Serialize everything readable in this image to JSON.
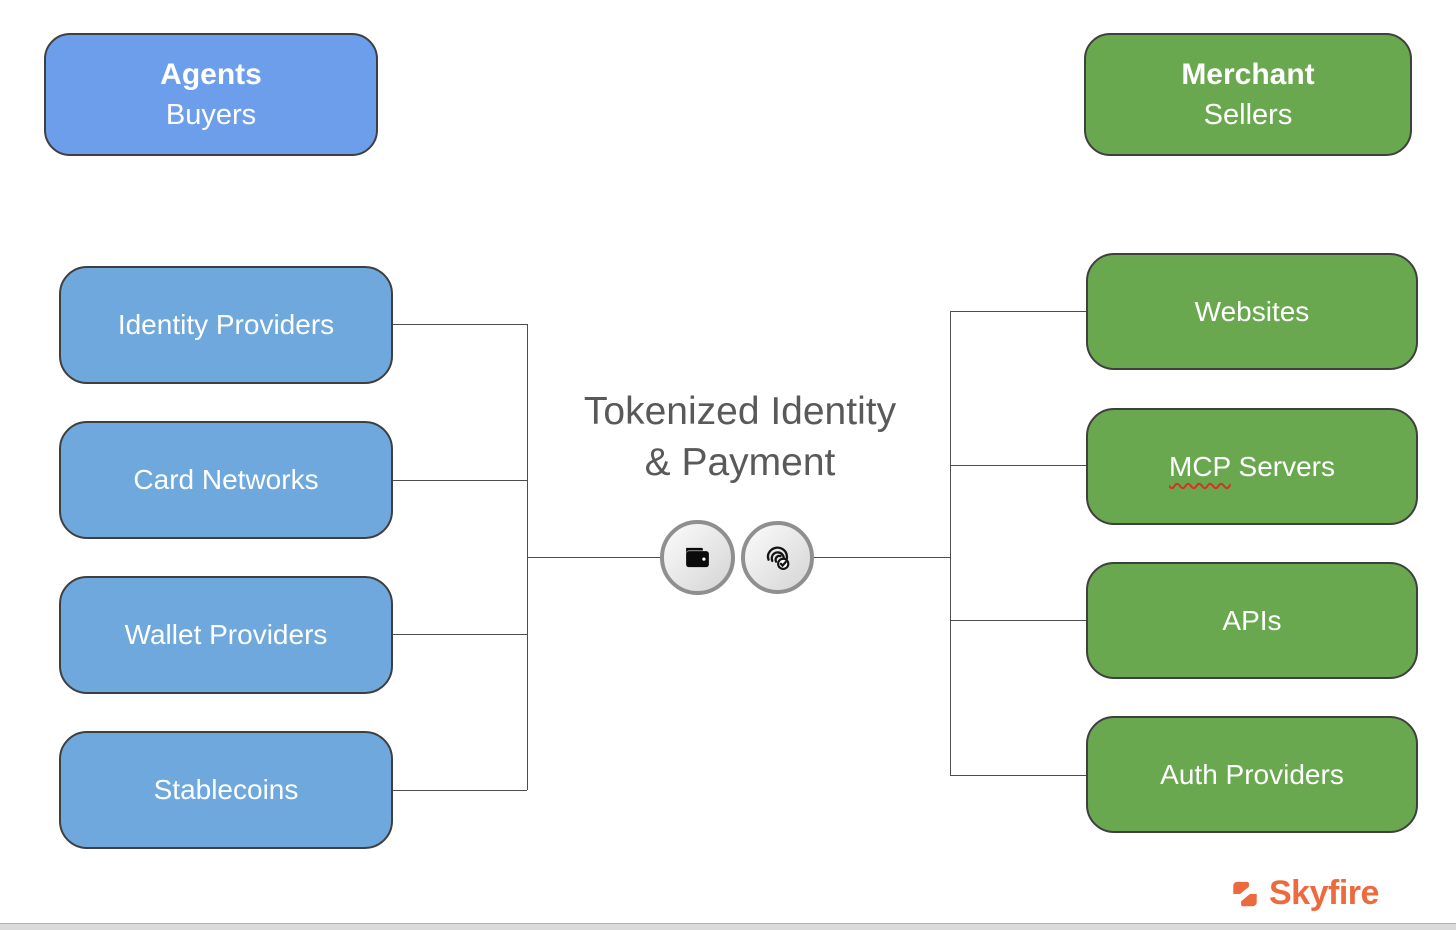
{
  "diagram": {
    "agents_header": {
      "title": "Agents",
      "subtitle": "Buyers"
    },
    "merchant_header": {
      "title": "Merchant",
      "subtitle": "Sellers"
    },
    "center_title": {
      "line1": "Tokenized Identity",
      "line2": "& Payment"
    },
    "left_nodes": [
      {
        "label": "Identity Providers"
      },
      {
        "label": "Card Networks"
      },
      {
        "label": "Wallet Providers"
      },
      {
        "label": "Stablecoins"
      }
    ],
    "right_nodes": [
      {
        "label": "Websites"
      },
      {
        "label_head": "MCP",
        "label_tail": " Servers"
      },
      {
        "label": "APIs"
      },
      {
        "label": "Auth Providers"
      }
    ],
    "icons": {
      "payment_badge": "wallet-icon",
      "identity_badge": "fingerprint-check-icon"
    }
  },
  "branding": {
    "logo_text": "Skyfire",
    "logo_icon": "skyfire-mark-icon"
  },
  "colors": {
    "agents_blue": "#6d9eeb",
    "left_node_blue": "#6fa8dc",
    "merchant_green": "#6aa84f",
    "connector_gray": "#4d4d4d",
    "center_text_gray": "#595959",
    "brand_orange": "#ed6a3f",
    "spellcheck_red": "#d93025"
  }
}
